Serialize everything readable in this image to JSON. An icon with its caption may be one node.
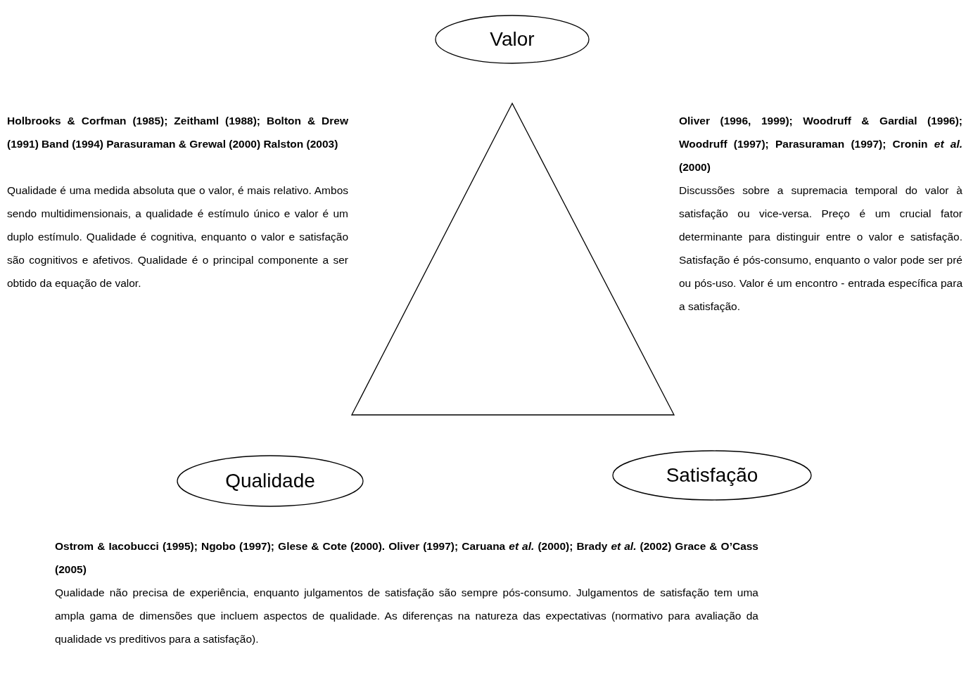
{
  "diagram": {
    "nodes": [
      {
        "text": [
          "Valor"
        ]
      },
      {
        "text": [
          "Qualidade"
        ]
      },
      {
        "text": [
          "Satisfação"
        ]
      }
    ],
    "edges": [],
    "labels": [
      "Holbrooks & Corfman (1985); Zeithaml (1988); Bolton & Drew (1991) Band (1994) Parasuraman & Grewal (2000) Ralston (2003)",
      "Qualidade é uma medida absoluta que o valor, é mais relativo. Ambos sendo multidimensionais, a qualidade é estímulo único e valor é um duplo estímulo. Qualidade é cognitiva, enquanto o valor e satisfação são cognitivos e afetivos. Qualidade é o principal componente a ser obtido da equação de valor.",
      "Oliver (1996, 1999); Woodruff & Gardial (1996); Woodruff (1997); Parasuraman (1997); Cronin *et al.* (2000)",
      "Discussões sobre a supremacia temporal do valor à satisfação ou vice-versa. Preço é um crucial fator determinante para distinguir entre o valor e satisfação. Satisfação é pós-consumo, enquanto o valor pode ser pré ou pós-uso. Valor é um encontro - entrada específica para a satisfação.",
      "Ostrom & Iacobucci (1995); Ngobo (1997); Glese & Cote (2000). Oliver (1997); Caruana *et al.* (2000); Brady *et al.* (2002) Grace & O’Cass (2005)",
      "Qualidade não precisa de experiência, enquanto julgamentos de satisfação são sempre pós-consumo. Julgamentos de satisfação tem uma ampla gama de dimensões que incluem aspectos de qualidade. As diferenças na natureza das expectativas (normativo para avaliação da qualidade vs preditivos para a satisfação)."
    ]
  }
}
